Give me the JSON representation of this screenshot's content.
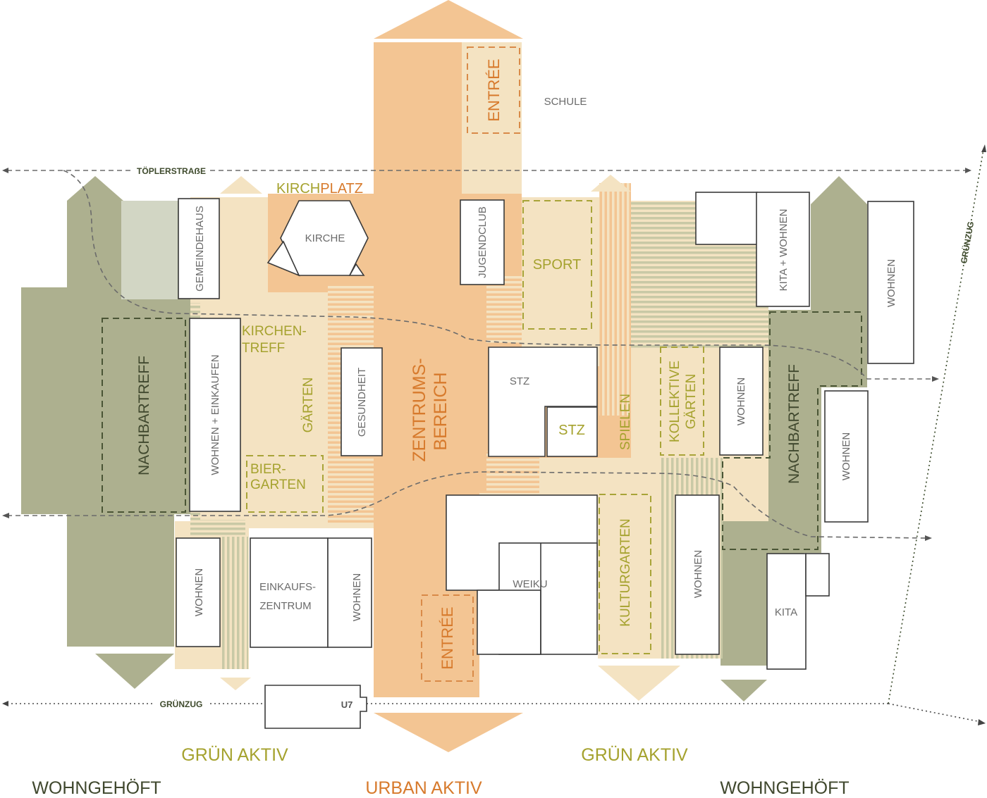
{
  "streets": {
    "toeplerstrasse": "TÖPLERSTRAẞE",
    "gruenzug_bottom": "GRÜNZUG",
    "gruenzug_right": "GRÜNZUG",
    "u7": "U7"
  },
  "buildings": {
    "schule": "SCHULE",
    "gemeindehaus": "GEMEINDEHAUS",
    "kirche": "KIRCHE",
    "jugendclub": "JUGENDCLUB",
    "kita_wohnen": "KITA + WOHNEN",
    "wohnen_far_right": "WOHNEN",
    "wohnen_einkaufen": "WOHNEN + EINKAUFEN",
    "gesundheit": "GESUNDHEIT",
    "stz_main": "STZ",
    "stz_small": "STZ",
    "wohnen_right_mid": "WOHNEN",
    "wohnen_right_lower": "WOHNEN",
    "wohnen_bottom_left": "WOHNEN",
    "einkaufszentrum_line1": "EINKAUFS-",
    "einkaufszentrum_line2": "ZENTRUM",
    "wohnen_bottom_center": "WOHNEN",
    "weiku": "WEIKU",
    "wohnen_bottom_right": "WOHNEN",
    "kita": "KITA"
  },
  "zones": {
    "entree_top": "ENTRÉE",
    "entree_bottom": "ENTRÉE",
    "kirchplatz_part1": "KIRCH",
    "kirchplatz_part2": "PLATZ",
    "sport": "SPORT",
    "kirchentreff_line1": "KIRCHEN-",
    "kirchentreff_line2": "TREFF",
    "gaerten": "GÄRTEN",
    "biergarten_line1": "BIER-",
    "biergarten_line2": "GARTEN",
    "zentrum_line1": "ZENTRUMS-",
    "zentrum_line2": "BEREICH",
    "spielen": "SPIELEN",
    "kollektive_line1": "KOLLEKTIVE",
    "kollektive_line2": "GÄRTEN",
    "kulturgarten": "KULTURGARTEN",
    "nachbartreff_left": "NACHBARTREFF",
    "nachbartreff_right": "NACHBARTREFF"
  },
  "legend": {
    "gruen_aktiv_left": "GRÜN AKTIV",
    "gruen_aktiv_right": "GRÜN AKTIV",
    "wohngehoeft_left": "WOHNGEHÖFT",
    "urban_aktiv": "URBAN AKTIV",
    "wohngehoeft_right": "WOHNGEHÖFT"
  },
  "colors": {
    "green_dark": "#adb08f",
    "green_light": "#d2d6c4",
    "beige": "#f4e3c2",
    "orange": "#f3c593",
    "olive_text": "#a5a22e",
    "orange_text": "#d77a2c",
    "dark_text": "#40482e"
  }
}
